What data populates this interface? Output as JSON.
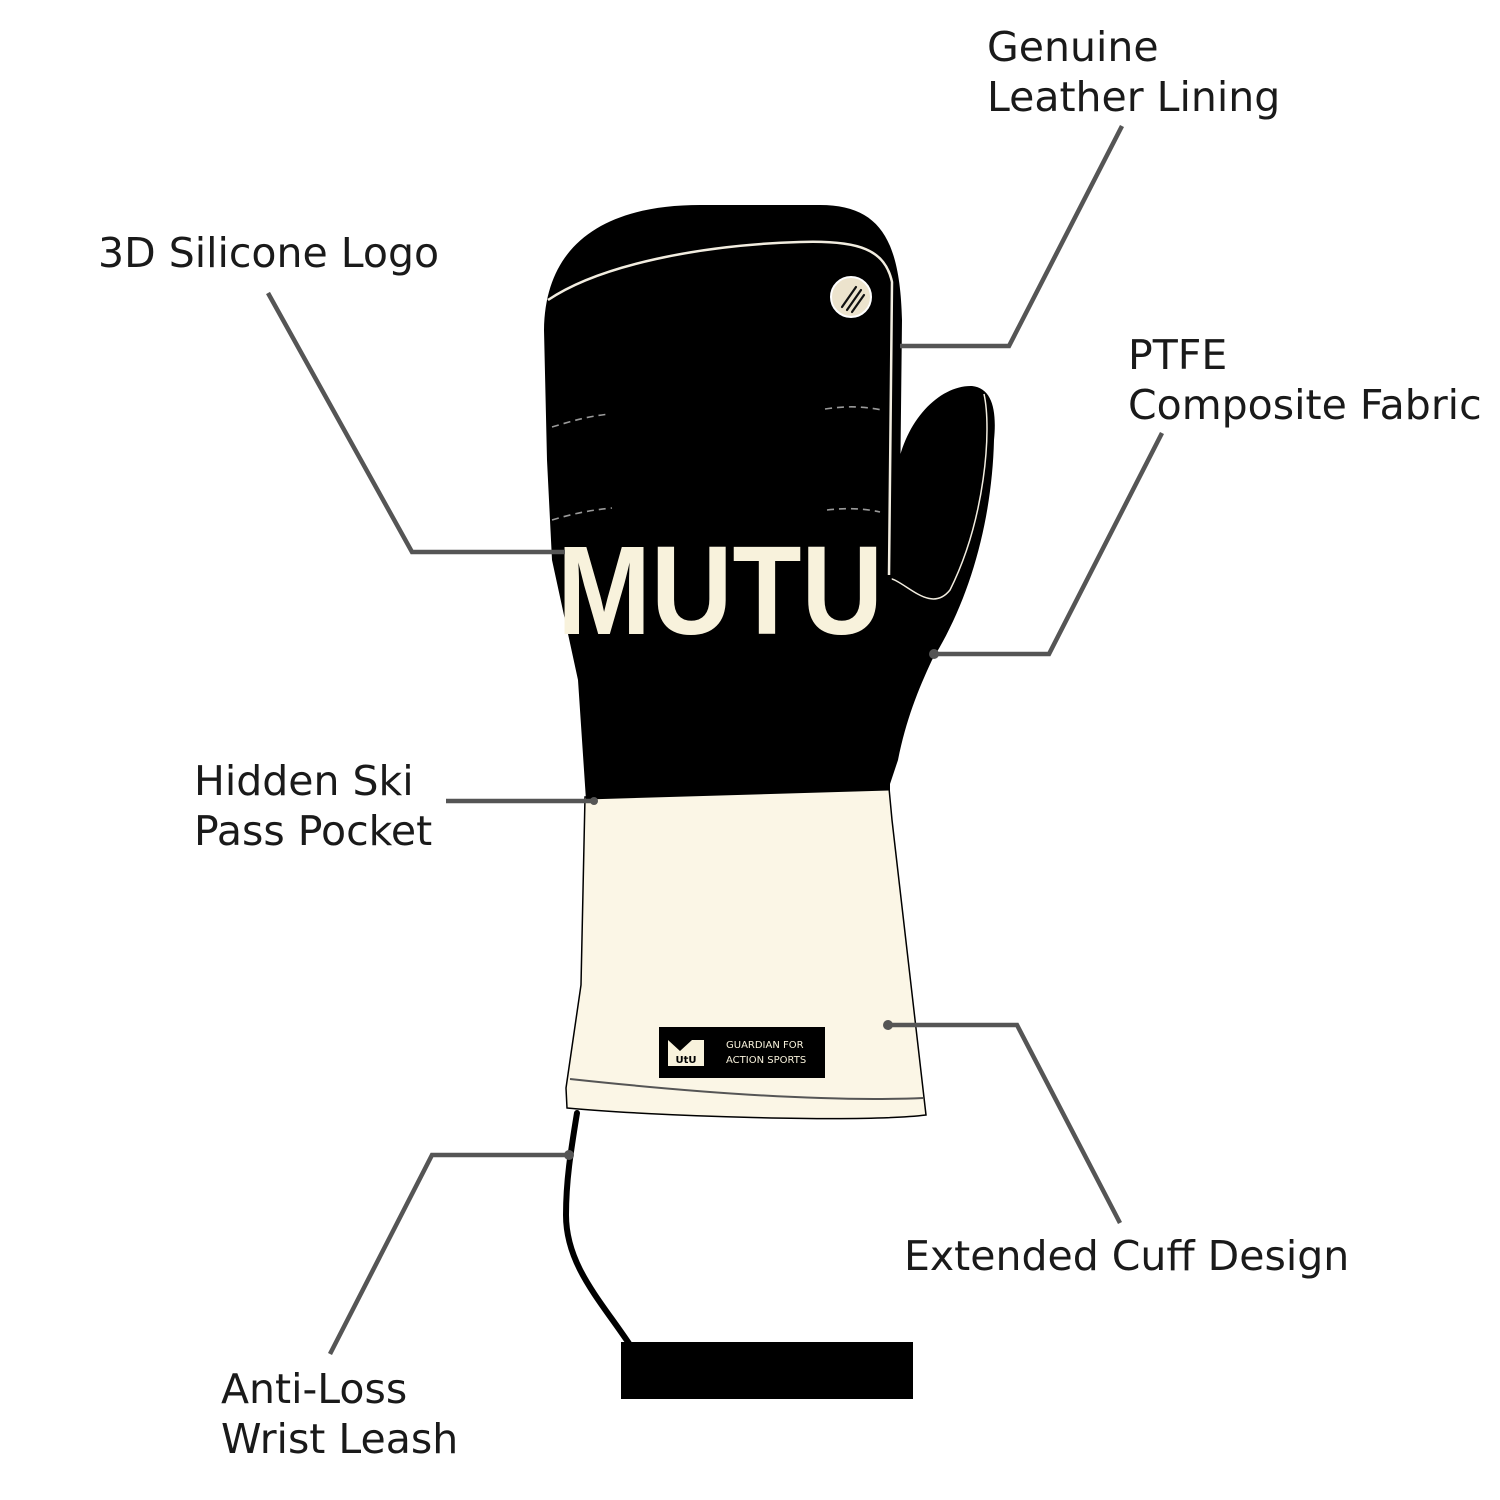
{
  "brand": {
    "wordmark": "MUTU",
    "tag_line_1": "GUARDIAN FOR",
    "tag_line_2": "ACTION SPORTS",
    "tag_logo_text": "UtU"
  },
  "colors": {
    "mitten_body": "#000000",
    "cuff": "#fbf6e6",
    "wordmark": "#f8f2dc",
    "leader_line": "#555555",
    "label_text": "#1a1a1a"
  },
  "callouts": {
    "leather_lining": {
      "line1": "Genuine",
      "line2": "Leather Lining"
    },
    "silicone_logo": {
      "line1": "3D Silicone Logo"
    },
    "ptfe_fabric": {
      "line1": "PTFE",
      "line2": "Composite Fabric"
    },
    "ski_pass_pocket": {
      "line1": "Hidden Ski",
      "line2": "Pass Pocket"
    },
    "extended_cuff": {
      "line1": "Extended Cuff Design"
    },
    "wrist_leash": {
      "line1": "Anti-Loss",
      "line2": "Wrist Leash"
    }
  }
}
